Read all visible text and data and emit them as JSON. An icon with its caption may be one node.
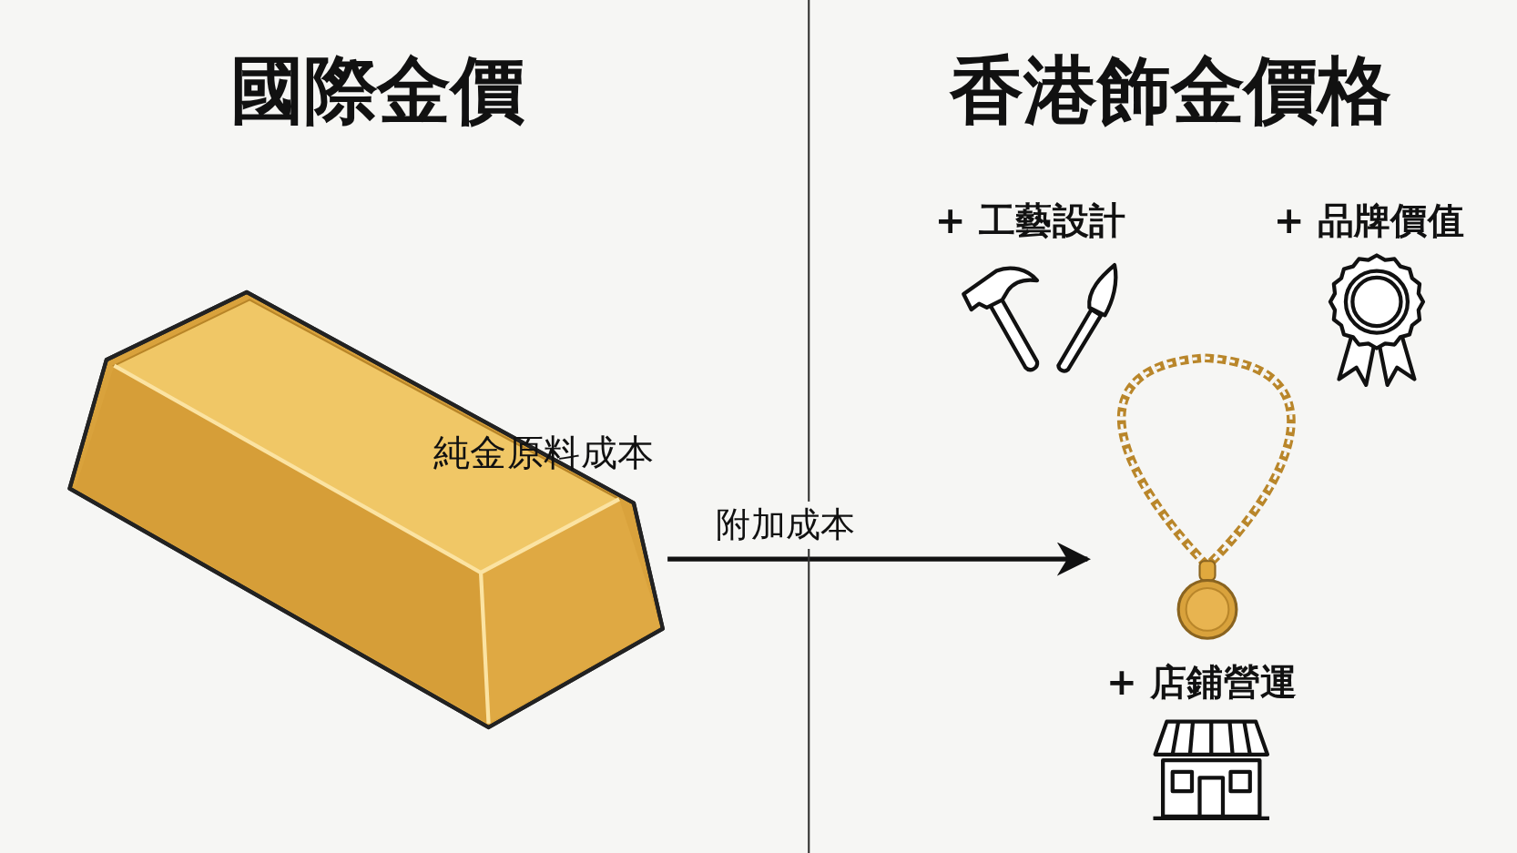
{
  "diagram": {
    "nodes": [
      {
        "text": [
          "純金原料成本"
        ]
      },
      {
        "text": [],
        "shape": "picture"
      }
    ],
    "edges": [
      {
        "from": 0,
        "to": 1,
        "arrow": "to",
        "label": "附加成本"
      }
    ],
    "labels": [
      "國際金價",
      "香港飾金價格",
      "+ 工藝設計",
      "+ 品牌價值",
      "+ 店鋪營運"
    ]
  }
}
